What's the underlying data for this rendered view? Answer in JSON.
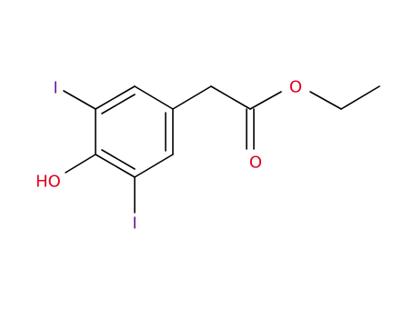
{
  "molecule": {
    "atoms": {
      "iodine_top": {
        "text": "I",
        "color": "#7a1fa2"
      },
      "hydroxyl": {
        "text": "HO",
        "color": "#e0001b"
      },
      "iodine_bottom": {
        "text": "I",
        "color": "#7a1fa2"
      },
      "ester_oxygen": {
        "text": "O",
        "color": "#e0001b"
      },
      "carbonyl_oxygen": {
        "text": "O",
        "color": "#e0001b"
      }
    },
    "bond_color": "#000000"
  }
}
